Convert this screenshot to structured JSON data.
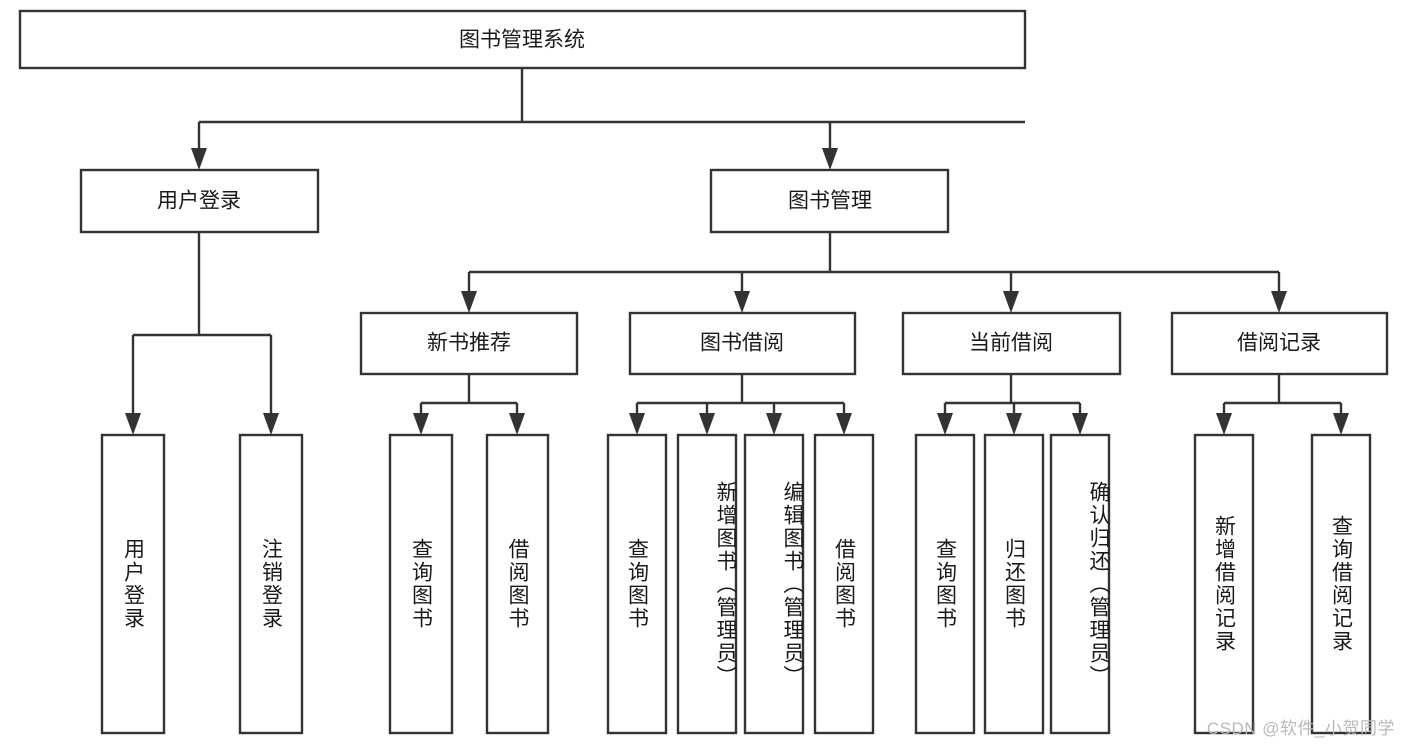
{
  "diagram": {
    "type": "tree-hierarchy",
    "title": "图书管理系统",
    "orientation": "top-down",
    "watermark": "CSDN @软件_小贺同学",
    "colors": {
      "stroke": "#333333",
      "fill": "#ffffff",
      "text": "#1a1a1a",
      "watermark": "#b9b9b9"
    },
    "levels": {
      "root": {
        "label": "图书管理系统"
      },
      "level2": [
        {
          "label": "用户登录"
        },
        {
          "label": "图书管理"
        }
      ],
      "level3": [
        {
          "label": "新书推荐"
        },
        {
          "label": "图书借阅"
        },
        {
          "label": "当前借阅"
        },
        {
          "label": "借阅记录"
        }
      ],
      "leaves": [
        {
          "label": "用户登录"
        },
        {
          "label": "注销登录"
        },
        {
          "label": "查询图书"
        },
        {
          "label": "借阅图书"
        },
        {
          "label": "查询图书"
        },
        {
          "label": "新增图书（管理员）"
        },
        {
          "label": "编辑图书（管理员）"
        },
        {
          "label": "借阅图书"
        },
        {
          "label": "查询图书"
        },
        {
          "label": "归还图书"
        },
        {
          "label": "确认归还（管理员）"
        },
        {
          "label": "新增借阅记录"
        },
        {
          "label": "查询借阅记录"
        }
      ]
    },
    "edges": [
      {
        "from": "图书管理系统",
        "to": "用户登录"
      },
      {
        "from": "图书管理系统",
        "to": "图书管理"
      },
      {
        "from": "用户登录",
        "to": "用户登录"
      },
      {
        "from": "用户登录",
        "to": "注销登录"
      },
      {
        "from": "图书管理",
        "to": "新书推荐"
      },
      {
        "from": "图书管理",
        "to": "图书借阅"
      },
      {
        "from": "图书管理",
        "to": "当前借阅"
      },
      {
        "from": "图书管理",
        "to": "借阅记录"
      },
      {
        "from": "新书推荐",
        "to": "查询图书"
      },
      {
        "from": "新书推荐",
        "to": "借阅图书"
      },
      {
        "from": "图书借阅",
        "to": "查询图书"
      },
      {
        "from": "图书借阅",
        "to": "新增图书（管理员）"
      },
      {
        "from": "图书借阅",
        "to": "编辑图书（管理员）"
      },
      {
        "from": "图书借阅",
        "to": "借阅图书"
      },
      {
        "from": "当前借阅",
        "to": "查询图书"
      },
      {
        "from": "当前借阅",
        "to": "归还图书"
      },
      {
        "from": "当前借阅",
        "to": "确认归还（管理员）"
      },
      {
        "from": "借阅记录",
        "to": "新增借阅记录"
      },
      {
        "from": "借阅记录",
        "to": "查询借阅记录"
      }
    ]
  }
}
